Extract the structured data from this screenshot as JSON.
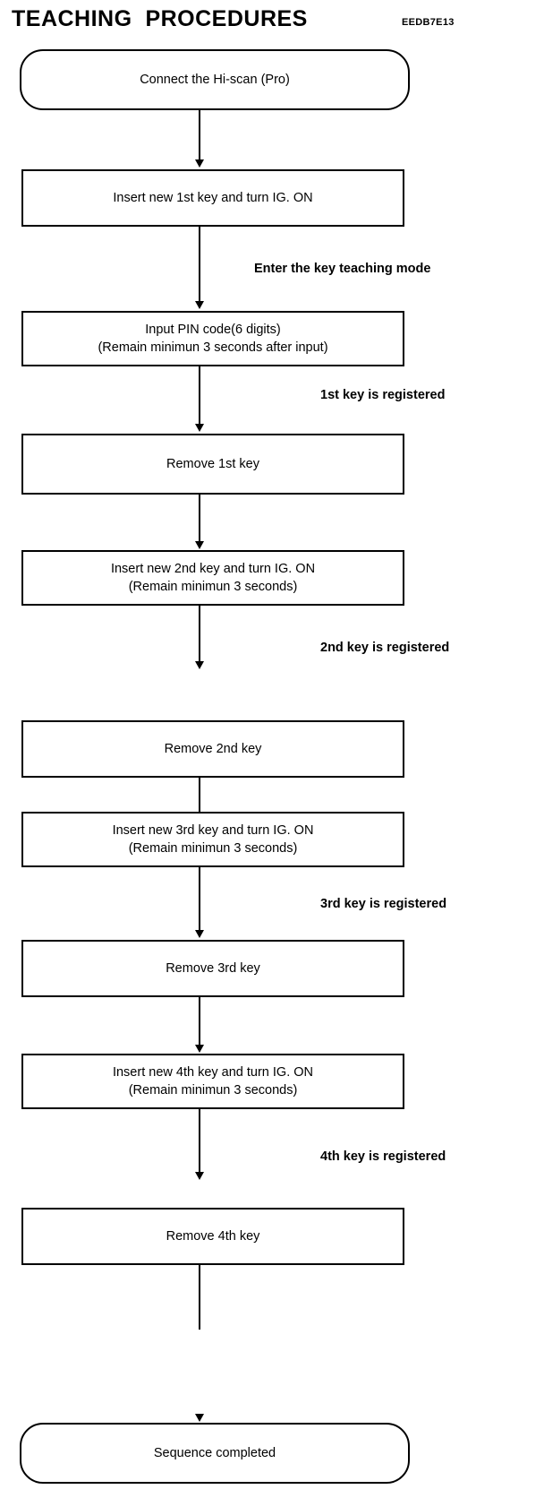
{
  "document": {
    "title": "TEACHING  PROCEDURES",
    "code": "EEDB7E13"
  },
  "flowchart": {
    "type": "flowchart",
    "orientation": "vertical",
    "nodes": [
      {
        "id": "start",
        "shape": "terminator",
        "label": "Connect the Hi-scan (Pro)"
      },
      {
        "id": "key1-insert",
        "shape": "process",
        "label": "Insert new 1st key and turn IG. ON"
      },
      {
        "id": "pin",
        "shape": "process",
        "label": "Input PIN code(6 digits)\n(Remain minimun 3 seconds after input)"
      },
      {
        "id": "key1-remove",
        "shape": "process",
        "label": "Remove 1st key"
      },
      {
        "id": "key2-insert",
        "shape": "process",
        "label": "Insert new 2nd key and turn IG. ON\n(Remain minimun 3 seconds)"
      },
      {
        "id": "key2-remove",
        "shape": "process",
        "label": "Remove 2nd key"
      },
      {
        "id": "key3-insert",
        "shape": "process",
        "label": "Insert new 3rd key and turn IG. ON\n(Remain minimun 3 seconds)"
      },
      {
        "id": "key3-remove",
        "shape": "process",
        "label": "Remove 3rd key"
      },
      {
        "id": "key4-insert",
        "shape": "process",
        "label": "Insert new 4th key and turn IG. ON\n(Remain minimun 3 seconds)"
      },
      {
        "id": "key4-remove",
        "shape": "process",
        "label": "Remove 4th key"
      },
      {
        "id": "end",
        "shape": "terminator",
        "label": "Sequence completed"
      }
    ],
    "edge_notes": [
      {
        "id": "note-teaching-mode",
        "label": "Enter the key teaching mode"
      },
      {
        "id": "note-key1",
        "label": "1st key is registered"
      },
      {
        "id": "note-key2",
        "label": "2nd key is registered"
      },
      {
        "id": "note-key3",
        "label": "3rd key is registered"
      },
      {
        "id": "note-key4",
        "label": "4th key is registered"
      }
    ],
    "colors": {
      "stroke": "#000000",
      "fill": "#ffffff",
      "text": "#000000"
    }
  }
}
